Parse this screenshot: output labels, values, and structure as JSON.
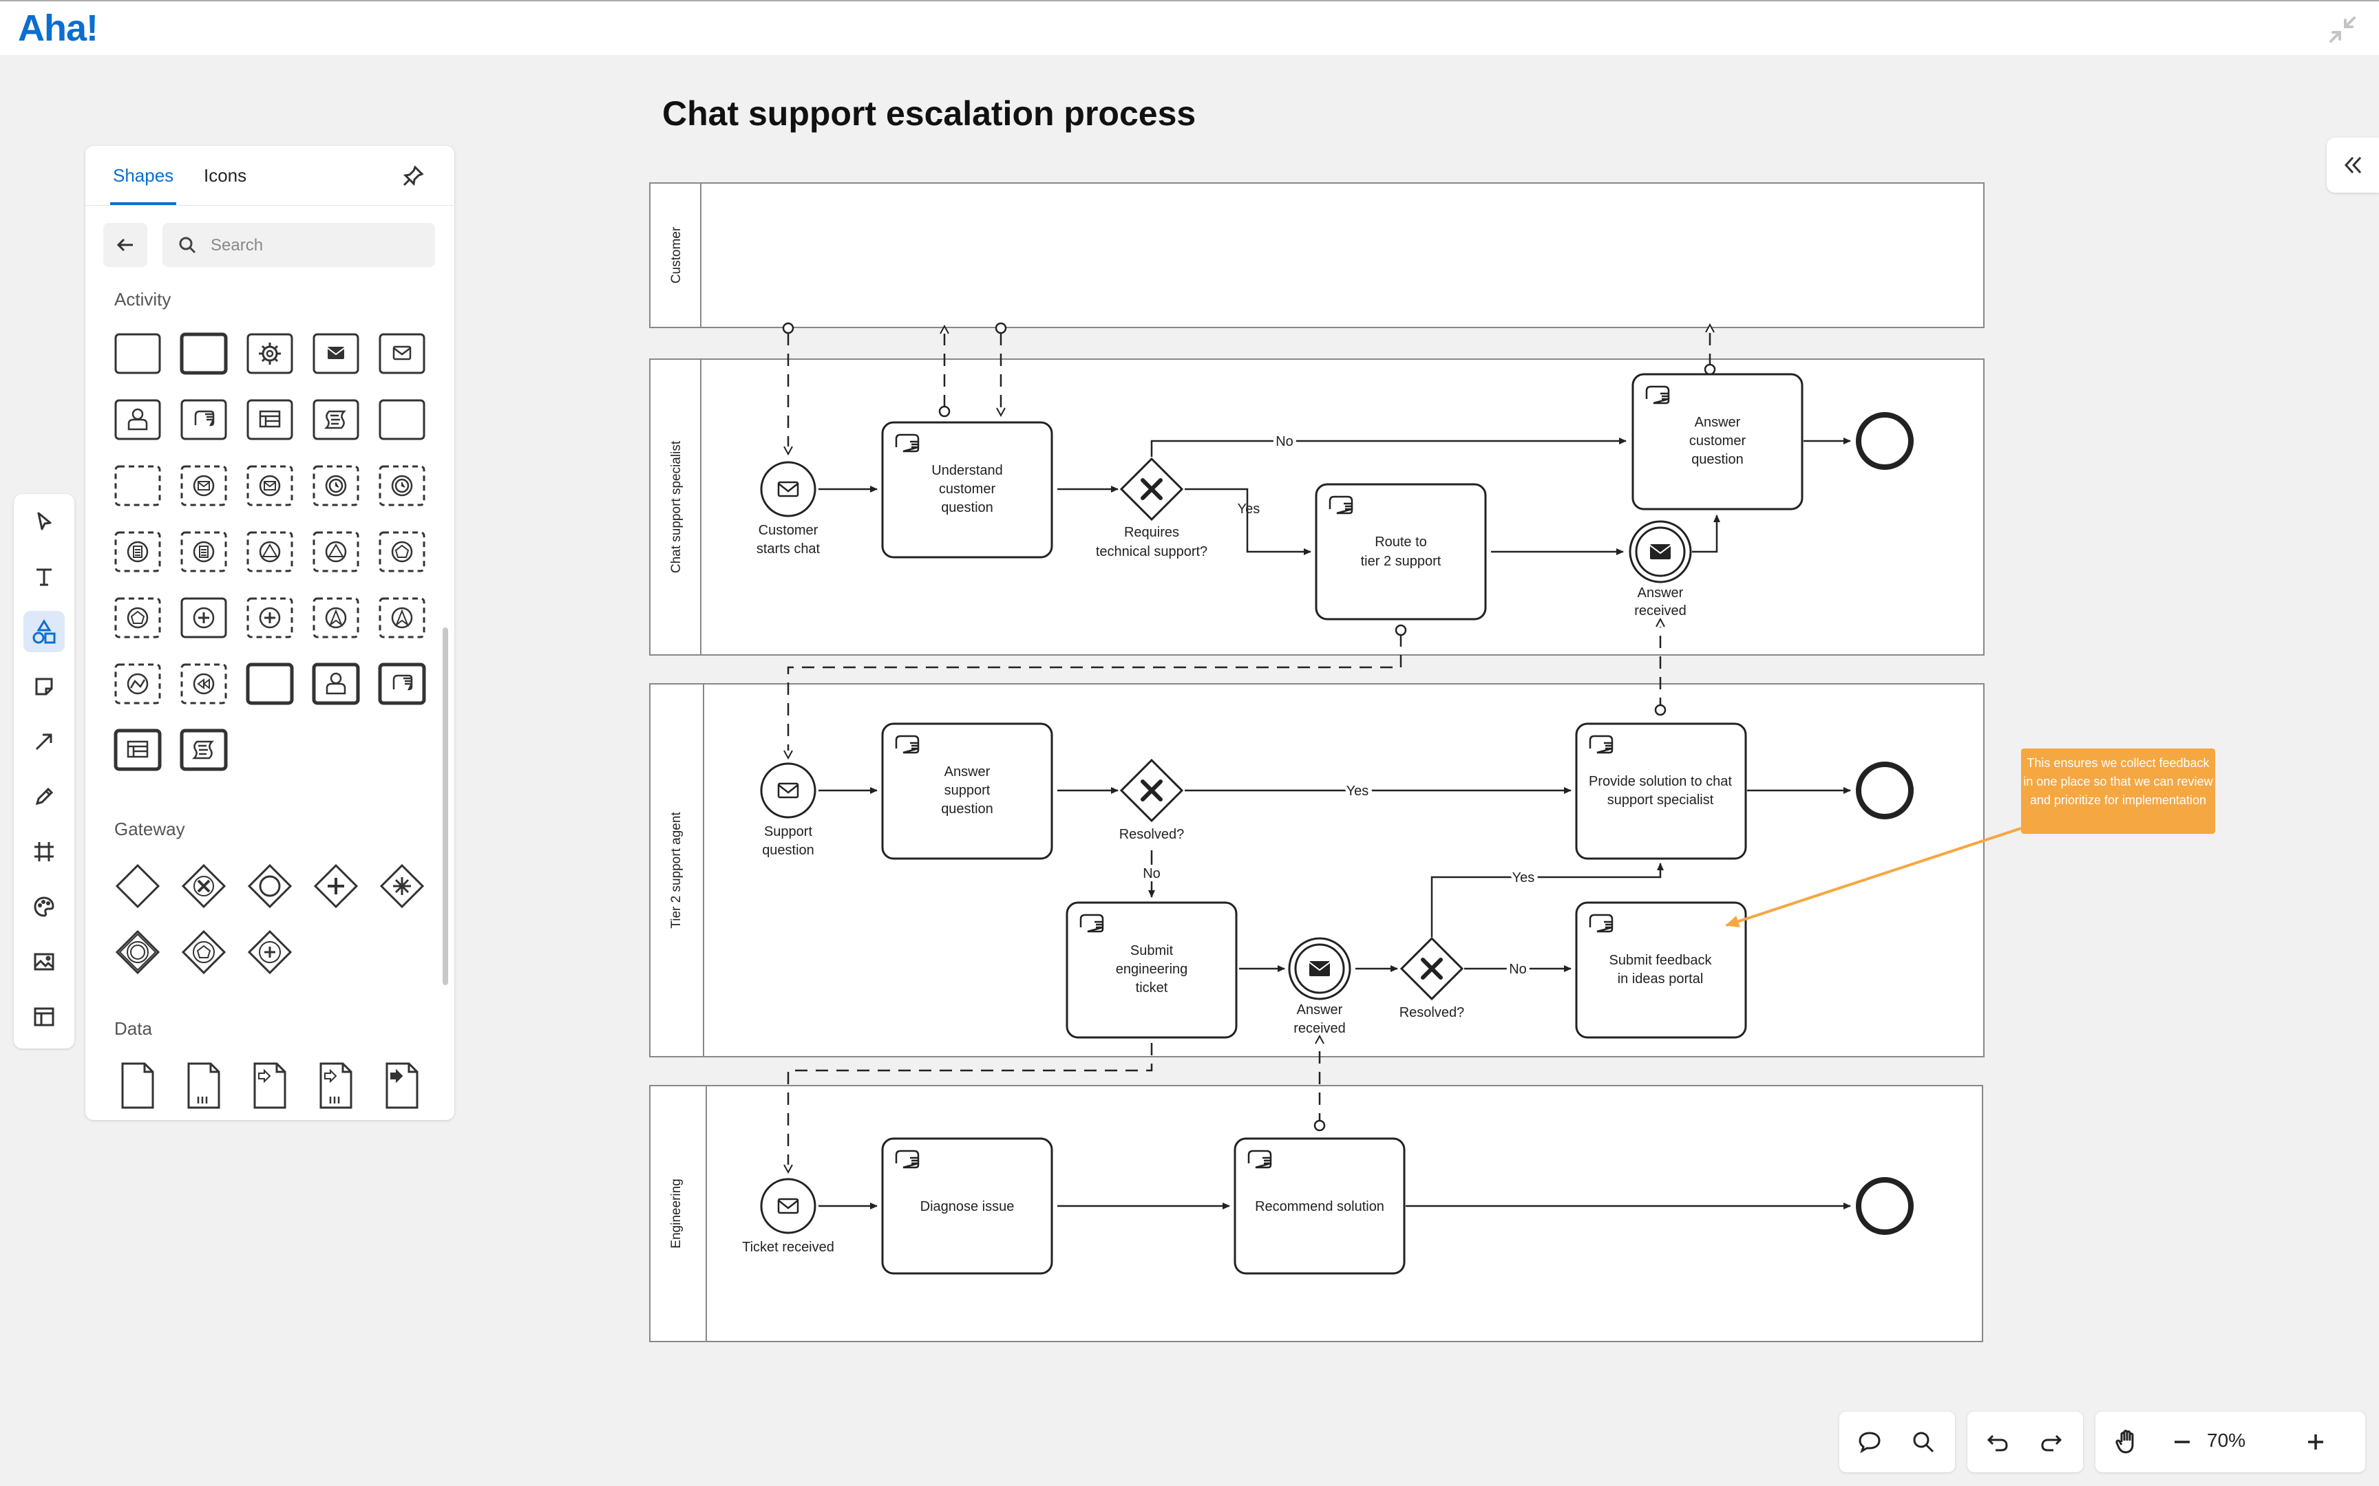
{
  "app": {
    "logo": "Aha!"
  },
  "panel": {
    "tabs": [
      "Shapes",
      "Icons"
    ],
    "search_placeholder": "Search",
    "sections": {
      "activity": "Activity",
      "gateway": "Gateway",
      "data": "Data"
    }
  },
  "canvas": {
    "title": "Chat support escalation process",
    "lanes": [
      "Customer",
      "Chat support specialist",
      "Tier 2 support agent",
      "Engineering"
    ],
    "labels": {
      "customer_starts_chat_1": "Customer",
      "customer_starts_chat_2": "starts chat",
      "understand_1": "Understand",
      "understand_2": "customer",
      "understand_3": "question",
      "requires_1": "Requires",
      "requires_2": "technical support?",
      "no_top": "No",
      "yes_top": "Yes",
      "route_1": "Route to",
      "route_2": "tier 2 support",
      "answer_cust_1": "Answer",
      "answer_cust_2": "customer",
      "answer_cust_3": "question",
      "answer_received_1": "Answer",
      "answer_received_2": "received",
      "support_question_1": "Support",
      "support_question_2": "question",
      "answer_support_1": "Answer",
      "answer_support_2": "support",
      "answer_support_3": "question",
      "resolved_1": "Resolved?",
      "yes_mid": "Yes",
      "no_mid": "No",
      "provide_1": "Provide solution to chat",
      "provide_2": "support specialist",
      "submit_eng_1": "Submit",
      "submit_eng_2": "engineering",
      "submit_eng_3": "ticket",
      "answer_received_t2_1": "Answer",
      "answer_received_t2_2": "received",
      "resolved_2": "Resolved?",
      "yes_low": "Yes",
      "no_low": "No",
      "submit_feedback_1": "Submit feedback",
      "submit_feedback_2": "in ideas portal",
      "ticket_received": "Ticket received",
      "diagnose": "Diagnose issue",
      "recommend": "Recommend solution"
    },
    "note": "This ensures we collect feedback in one place so that we can review and prioritize for implementation"
  },
  "bottom": {
    "zoom": "70%"
  },
  "colors": {
    "brand": "#0b6ed1",
    "note": "#f5a742",
    "active_tool": "#dde9f8"
  }
}
